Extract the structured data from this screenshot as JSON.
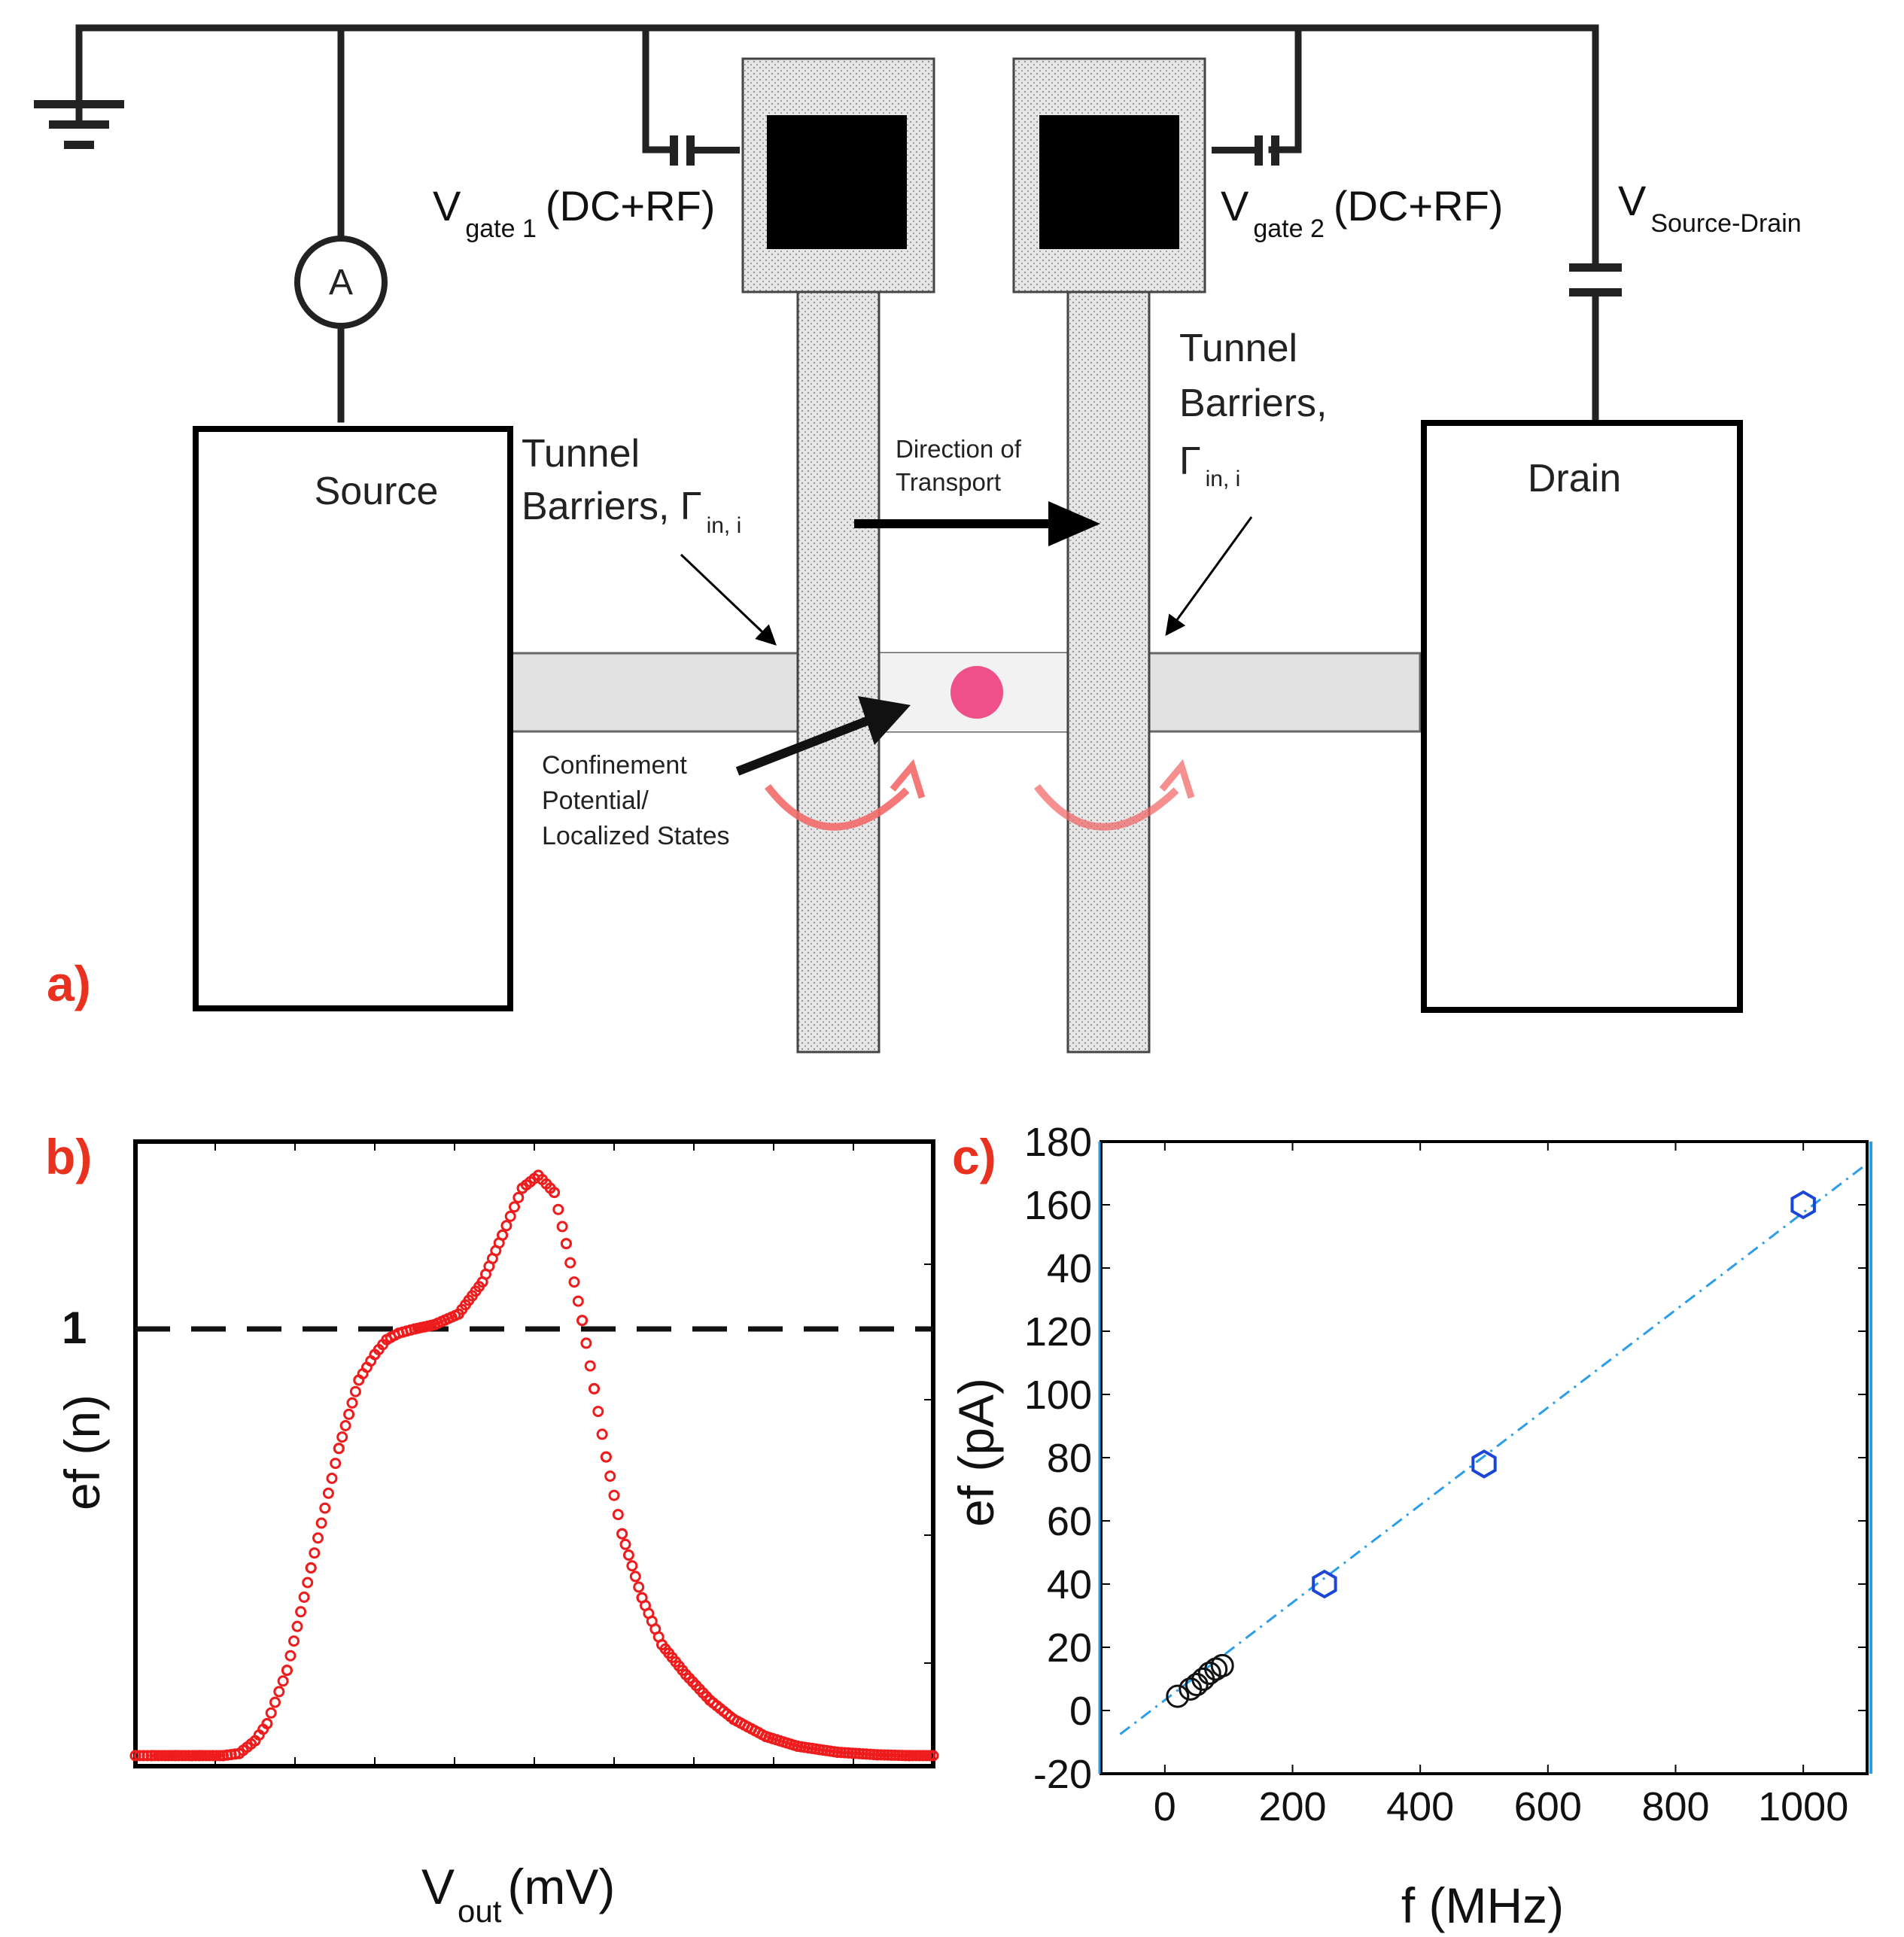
{
  "panel_a": {
    "label": "a)",
    "gate1": {
      "main": "V",
      "sub": "gate 1",
      "suffix": "(DC+RF)"
    },
    "gate2": {
      "main": "V",
      "sub": "gate 2",
      "suffix": "(DC+RF)"
    },
    "vsd": {
      "main": "V",
      "sub": "Source-Drain"
    },
    "ammeter": "A",
    "source": "Source",
    "drain": "Drain",
    "tunnel_left": {
      "line1": "Tunnel",
      "line2": "Barriers, Γ",
      "sub": "in, i"
    },
    "tunnel_right": {
      "line1": "Tunnel",
      "line2": "Barriers,",
      "line3": "Γ",
      "sub": "in, i"
    },
    "direction": {
      "line1": "Direction of",
      "line2": "Transport"
    },
    "confinement": {
      "line1": "Confinement",
      "line2": "Potential/",
      "line3": "Localized States"
    }
  },
  "panel_b": {
    "label": "b)",
    "level_label": "1",
    "ylabel": "ef (n)",
    "xlabel": {
      "main": "V",
      "sub": "out",
      "suffix": "(mV)"
    }
  },
  "panel_c": {
    "label": "c)",
    "xlabel": "f (MHz)",
    "ylabel": "ef (pA)"
  },
  "colors": {
    "label_red": "#e8311f",
    "curve_red": "#ee1c1c",
    "charge_pink": "#f0508a",
    "arrow_red": "#f36a6a",
    "fit_blue": "#2a9ee8",
    "hex_blue": "#1c46d8",
    "plot_axis": "#000000"
  },
  "chart_data": [
    {
      "type": "scatter",
      "series": [
        {
          "x": [
            0,
            0.02,
            0.05,
            0.08,
            0.11,
            0.13,
            0.15,
            0.165,
            0.19,
            0.22,
            0.255,
            0.28,
            0.3,
            0.315,
            0.33,
            0.35,
            0.375,
            0.405,
            0.435,
            0.46,
            0.485,
            0.505,
            0.525,
            0.54,
            0.56,
            0.575,
            0.59,
            0.61,
            0.635,
            0.66,
            0.69,
            0.72,
            0.75,
            0.79,
            0.83,
            0.88,
            0.93,
            0.97,
            1.0
          ],
          "y": [
            0,
            0,
            0,
            0,
            0,
            0.005,
            0.035,
            0.075,
            0.2,
            0.44,
            0.72,
            0.88,
            0.94,
            0.975,
            0.99,
            1.0,
            1.01,
            1.035,
            1.11,
            1.22,
            1.33,
            1.36,
            1.32,
            1.2,
            1.02,
            0.86,
            0.7,
            0.52,
            0.37,
            0.26,
            0.19,
            0.13,
            0.085,
            0.045,
            0.022,
            0.008,
            0.002,
            0,
            0
          ]
        }
      ],
      "reference_level": 1
    },
    {
      "type": "scatter",
      "xlim": [
        -100,
        1100
      ],
      "ylim": [
        -20,
        180
      ],
      "x_ticks": [
        0,
        200,
        400,
        600,
        800,
        1000
      ],
      "y_tick_labels": [
        "-20",
        "0",
        "20",
        "40",
        "60",
        "80",
        "100",
        "120",
        "40",
        "160",
        "180"
      ],
      "series": [
        {
          "marker": "circle",
          "x": [
            20,
            40,
            50,
            60,
            70,
            80,
            90
          ],
          "y": [
            4.5,
            6.8,
            8.2,
            9.9,
            11.8,
            13.1,
            14.2
          ]
        },
        {
          "marker": "hexagon",
          "x": [
            250,
            500,
            1000
          ],
          "y": [
            40,
            78,
            160
          ]
        },
        {
          "line": "dash-dot",
          "x": [
            -70,
            1100
          ],
          "y": [
            -7.5,
            173
          ]
        }
      ]
    }
  ]
}
